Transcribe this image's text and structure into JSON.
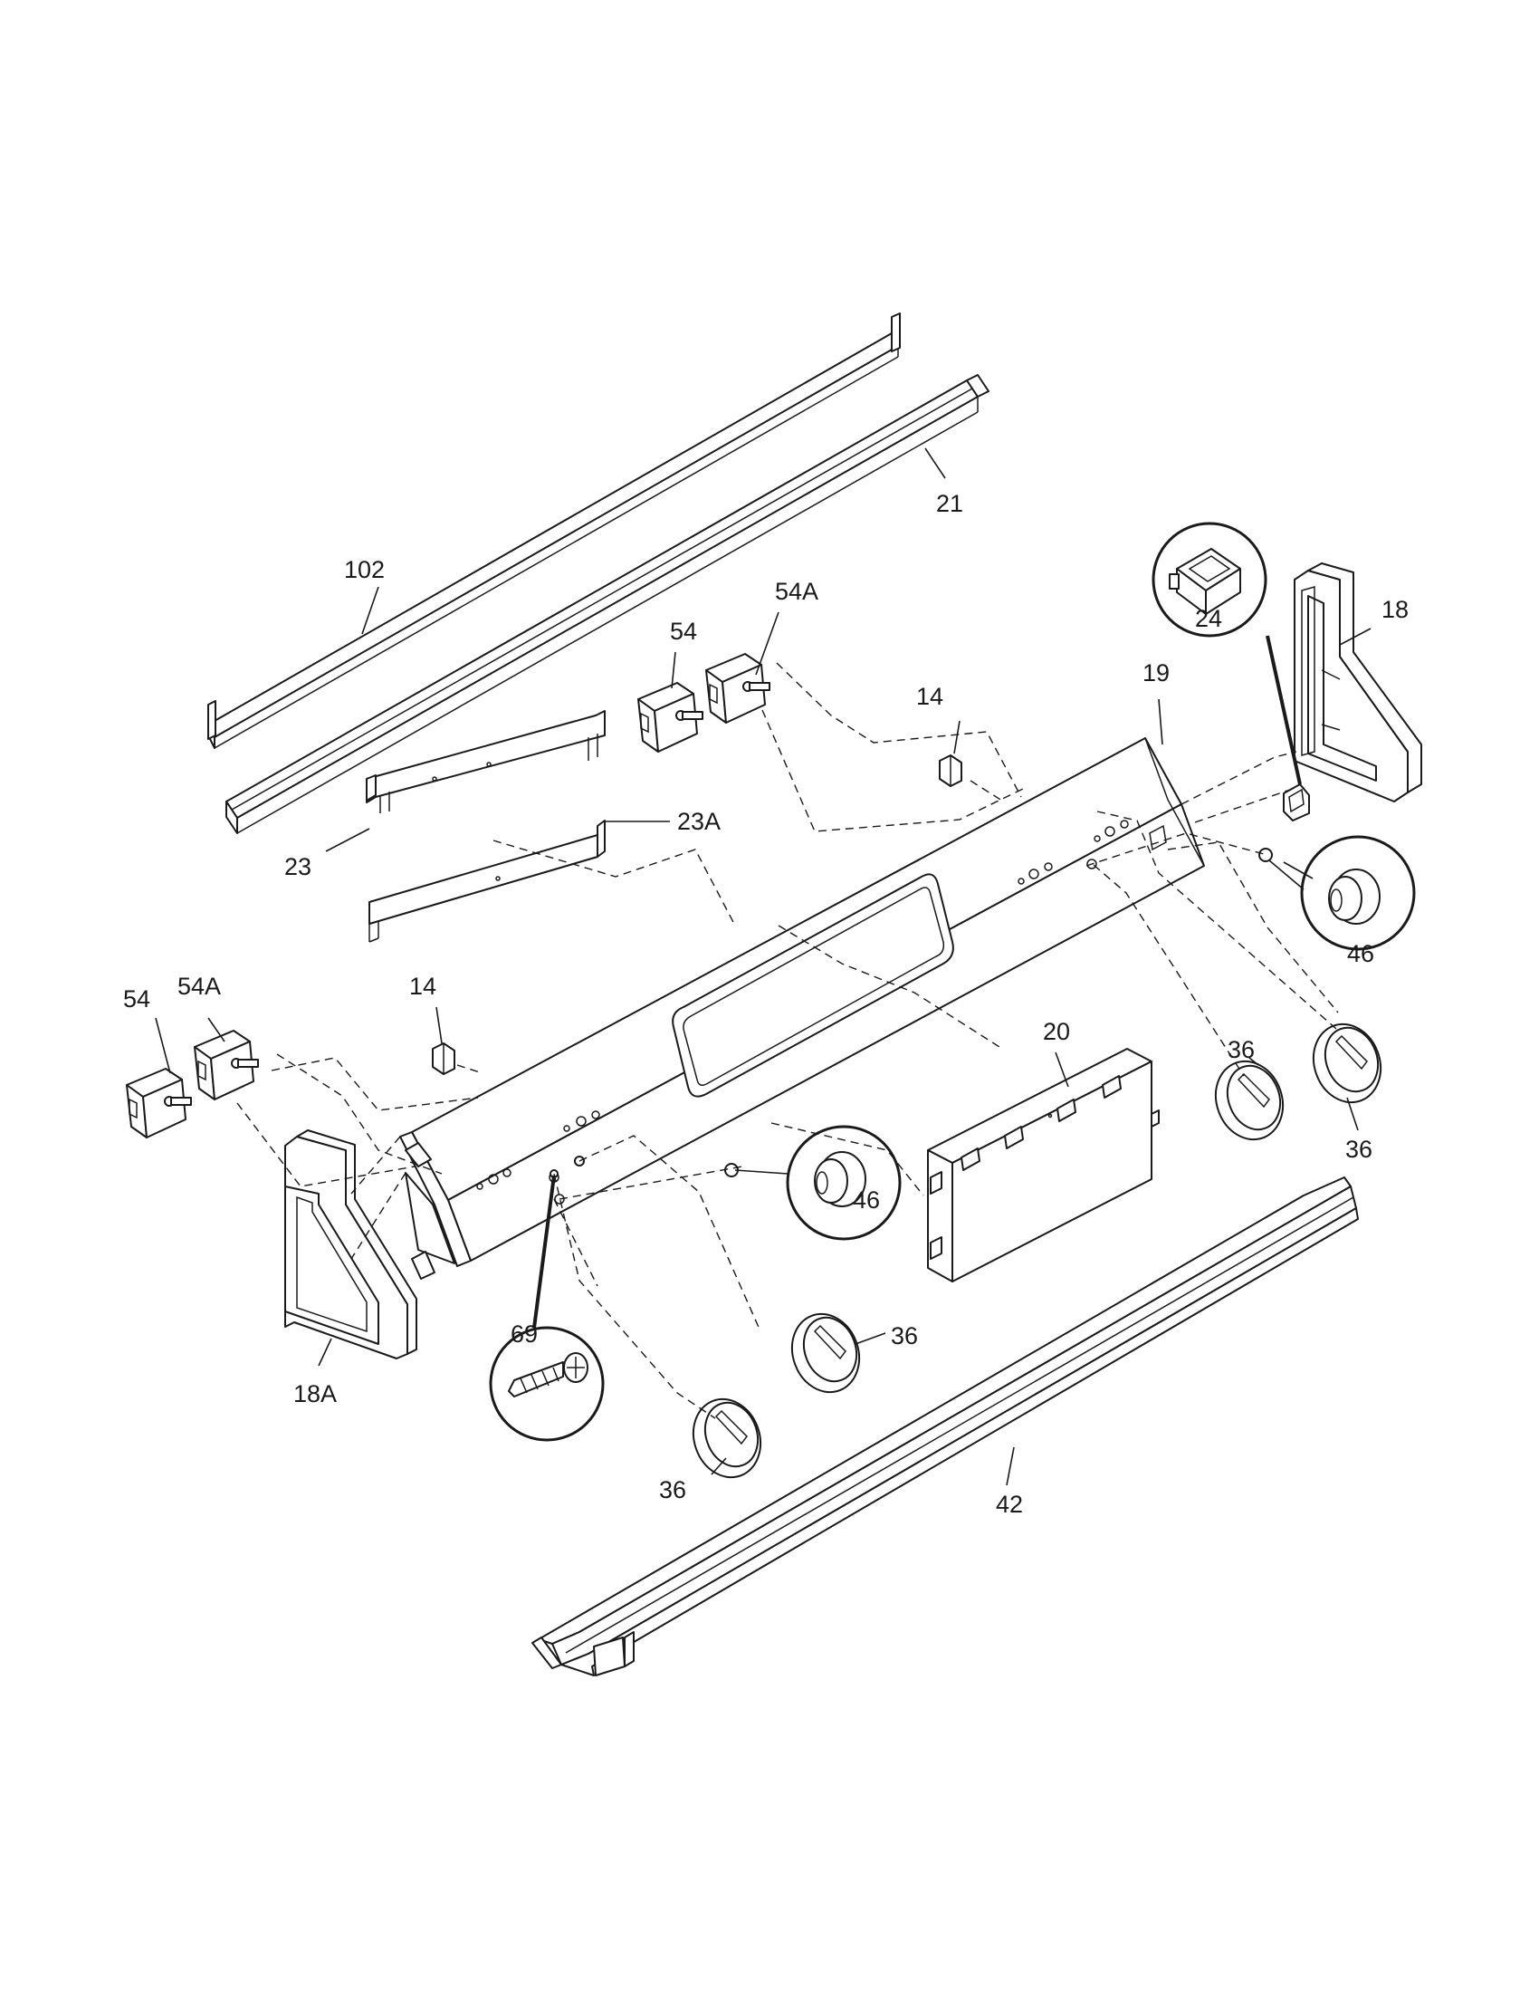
{
  "diagram": {
    "callouts": {
      "c102": "102",
      "c21": "21",
      "c54_top": "54",
      "c54A_top": "54A",
      "c14_top": "14",
      "c19": "19",
      "c24": "24",
      "c18": "18",
      "c23": "23",
      "c23A": "23A",
      "c54_left": "54",
      "c54A_left": "54A",
      "c14_left": "14",
      "c46_right": "46",
      "c20": "20",
      "c36_r1": "36",
      "c36_r2": "36",
      "c46_center": "46",
      "c69": "69",
      "c18A": "18A",
      "c36_c1": "36",
      "c36_c2": "36",
      "c42": "42"
    }
  }
}
